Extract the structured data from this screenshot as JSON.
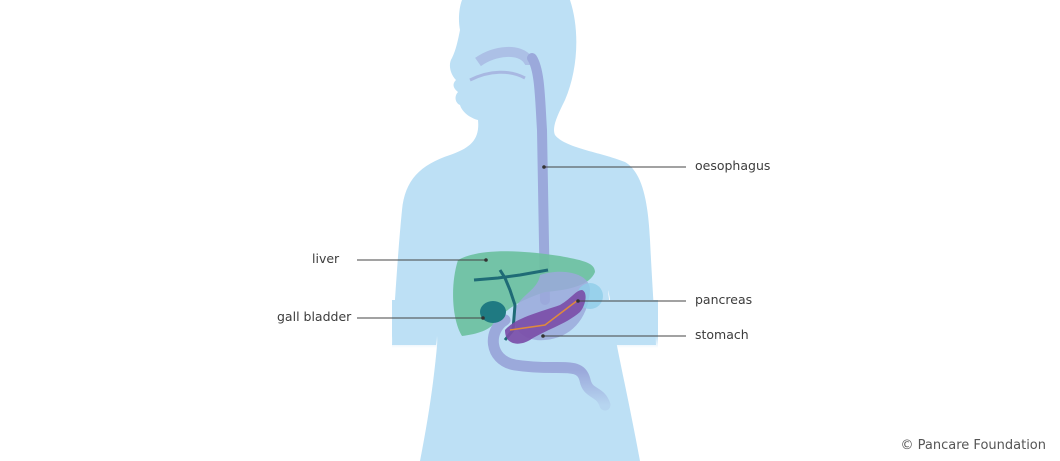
{
  "labels": {
    "oesophagus": "oesophagus",
    "liver": "liver",
    "gall_bladder": "gall bladder",
    "pancreas": "pancreas",
    "stomach": "stomach"
  },
  "credit": "© Pancare Foundation",
  "colors": {
    "body": "#bde0f5",
    "digestive_tract": "#9ba9db",
    "liver": "#6cc0a0",
    "gall_bladder": "#1f7a82",
    "pancreas": "#7b4ea8",
    "pancreatic_duct": "#e08a3c",
    "leader_line": "#444444"
  }
}
